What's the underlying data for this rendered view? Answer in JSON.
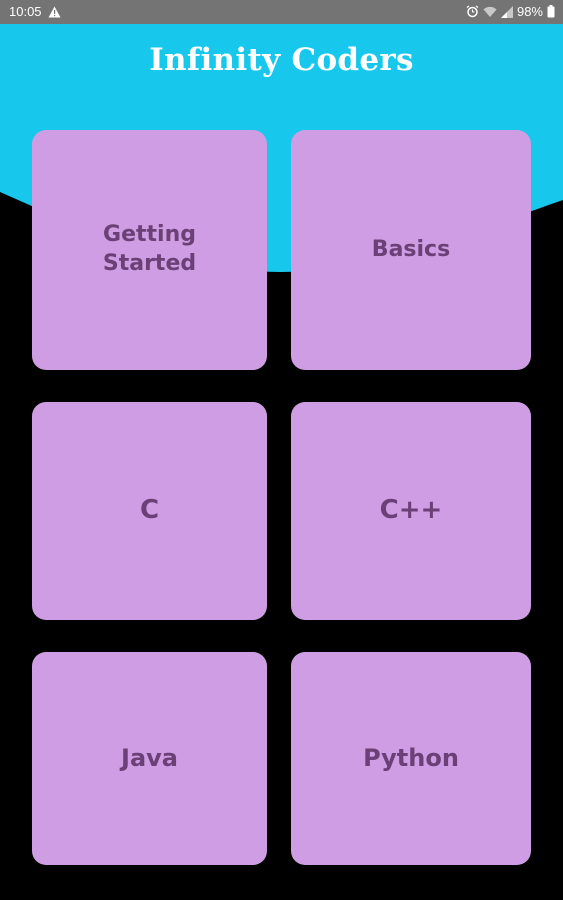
{
  "status_bar": {
    "time": "10:05",
    "battery": "98%",
    "icons": [
      "warning-icon",
      "alarm-icon",
      "wifi-icon",
      "signal-icon",
      "battery-icon"
    ]
  },
  "header": {
    "title": "Infinity Coders",
    "bg_color": "#17c7ec"
  },
  "tiles": [
    {
      "label": "Getting\nStarted"
    },
    {
      "label": "Basics"
    },
    {
      "label": "C"
    },
    {
      "label": "C++"
    },
    {
      "label": "Java"
    },
    {
      "label": "Python"
    }
  ],
  "colors": {
    "tile_bg": "#ce9de3",
    "tile_text": "#6a4076",
    "background": "#000000",
    "status_bar": "#747474"
  }
}
